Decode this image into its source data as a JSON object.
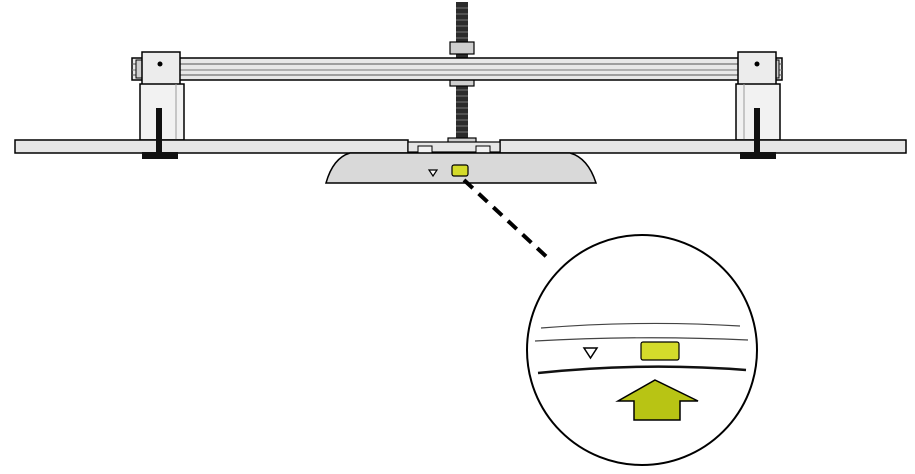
{
  "diagram": {
    "parts": [
      {
        "id": "threaded-rod",
        "name": "threaded-rod"
      },
      {
        "id": "crossbar-rail",
        "name": "crossbar-rail"
      },
      {
        "id": "left-bracket",
        "name": "left-bracket"
      },
      {
        "id": "right-bracket",
        "name": "right-bracket"
      },
      {
        "id": "left-clamp-post",
        "name": "left-clamp-post"
      },
      {
        "id": "right-clamp-post",
        "name": "right-clamp-post"
      },
      {
        "id": "left-panel",
        "name": "left-panel"
      },
      {
        "id": "right-panel",
        "name": "right-panel"
      },
      {
        "id": "base-unit",
        "name": "base-unit"
      },
      {
        "id": "indicator-marker",
        "name": "indicator-marker"
      },
      {
        "id": "magnifier-circle",
        "name": "magnifier-circle"
      },
      {
        "id": "pointer-arrow",
        "name": "pointer-arrow"
      }
    ],
    "colors": {
      "highlight": "#d4db2b",
      "arrow": "#b8c414",
      "outline": "#000000",
      "base_fill": "#d9d9d9",
      "rail_fill": "#e8e8e8",
      "rod_fill": "#2b2b2b"
    },
    "callout": {
      "style": "dashed-leader",
      "icons": [
        "triangle-marker-icon",
        "up-arrow-icon"
      ]
    }
  }
}
